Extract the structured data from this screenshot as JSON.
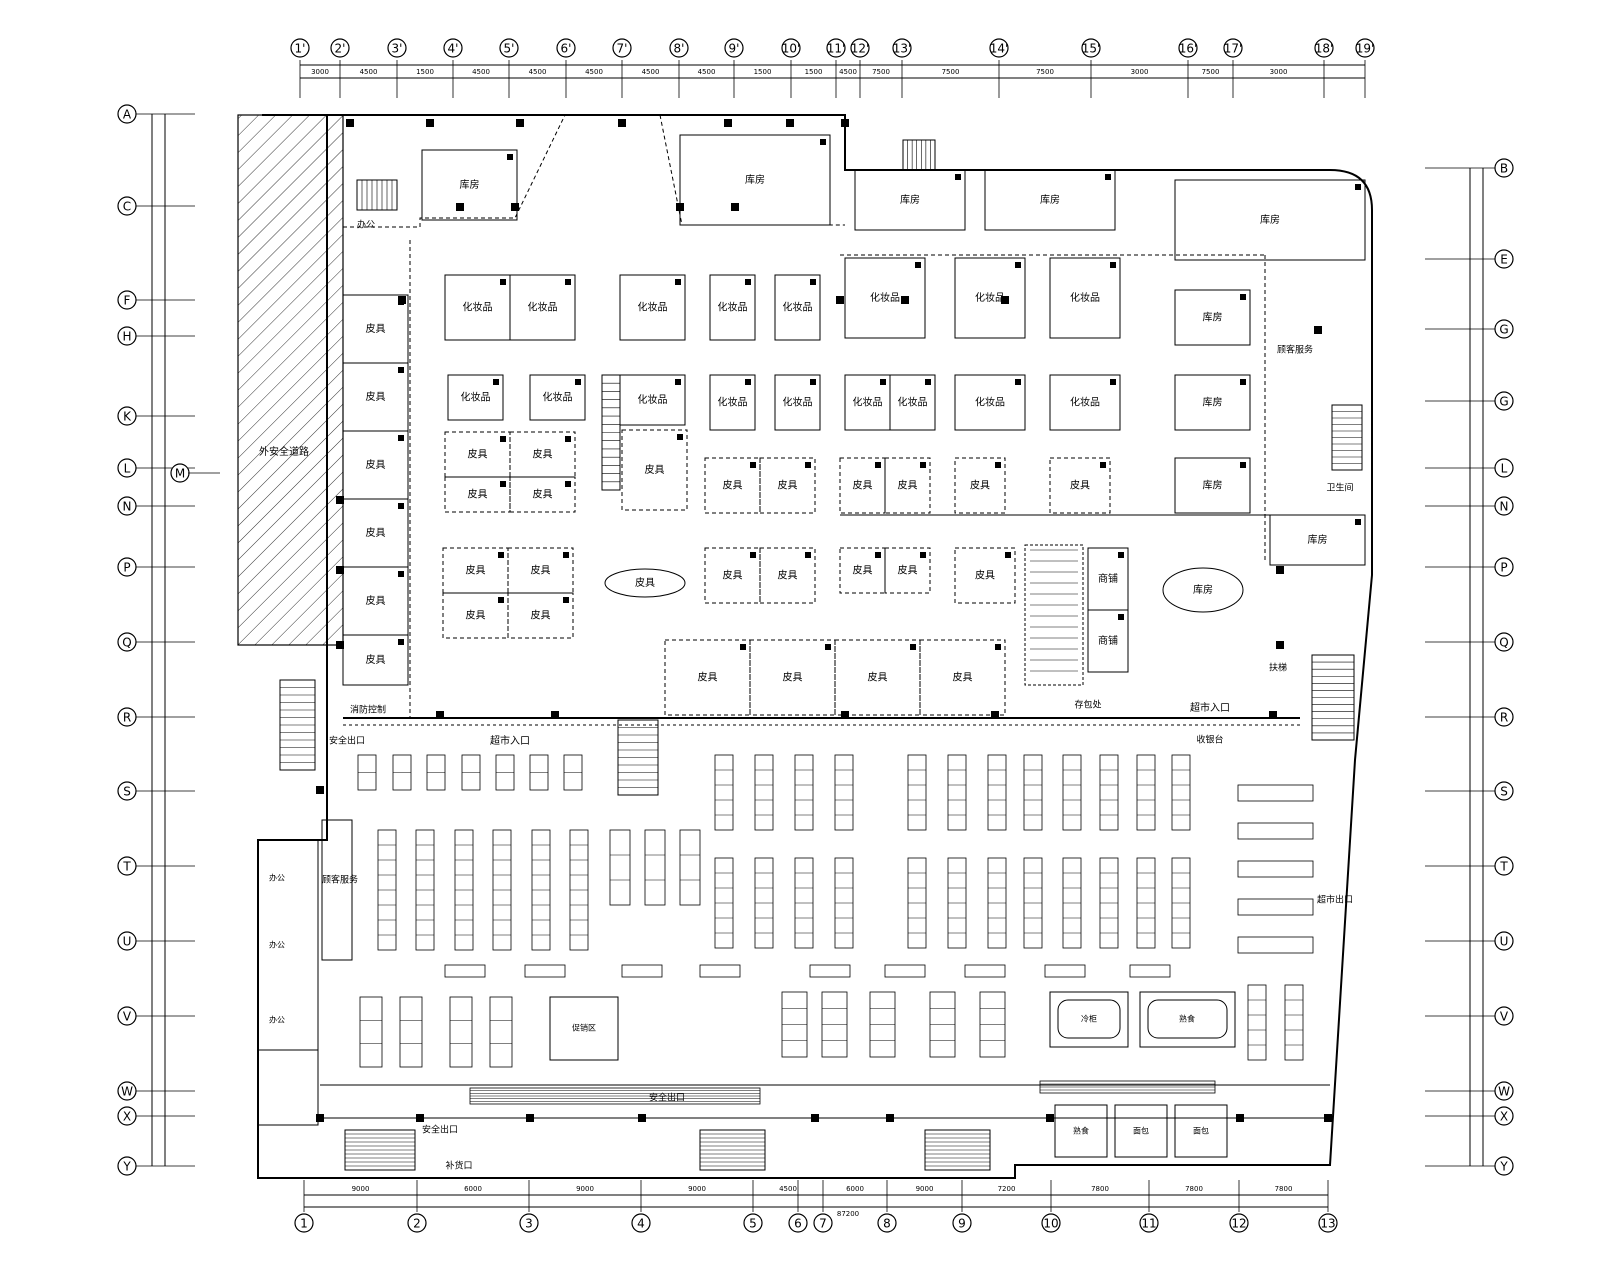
{
  "grid": {
    "top": [
      "1'",
      "2'",
      "3'",
      "4'",
      "5'",
      "6'",
      "7'",
      "8'",
      "9'",
      "10'",
      "11'",
      "12'",
      "13'",
      "14'",
      "15'",
      "16'",
      "17'",
      "18'",
      "19'"
    ],
    "top_dims": [
      "3000",
      "4500",
      "1500",
      "4500",
      "4500",
      "4500",
      "4500",
      "4500",
      "1500",
      "1500",
      "4500",
      "7500",
      "7500",
      "7500",
      "3000",
      "7500",
      "3000"
    ],
    "bottom": [
      "1",
      "2",
      "3",
      "4",
      "5",
      "6",
      "7",
      "8",
      "9",
      "10",
      "11",
      "12",
      "13"
    ],
    "bottom_dims": [
      "9000",
      "6000",
      "9000",
      "9000",
      "4500",
      "6000",
      "9000",
      "7200",
      "7800",
      "7800",
      "7800"
    ],
    "bottom_total": "87200",
    "left": [
      "A",
      "C",
      "F",
      "H",
      "K",
      "L",
      "N",
      "P",
      "Q",
      "R",
      "S",
      "T",
      "U",
      "V",
      "W",
      "X",
      "Y"
    ],
    "left_extra": "M",
    "right": [
      "B",
      "E",
      "G",
      "G",
      "L",
      "N",
      "P",
      "Q",
      "R",
      "S",
      "T",
      "U",
      "V",
      "W",
      "X",
      "Y"
    ]
  },
  "labels": {
    "storage": "库房",
    "cosmetics": "化妆品",
    "leather": "皮具",
    "hatched_area": "外安全道路",
    "emergency_exit": "安全出口",
    "supermarket_entrance": "超市入口",
    "supermarket_exit": "超市出口",
    "customer_service": "顾客服务",
    "cashier": "收银台",
    "bag_storage": "存包处",
    "office": "办公",
    "toilet": "卫生间",
    "fire_room": "消防控制",
    "escalator": "扶梯",
    "supplementary_exit": "补货口",
    "shop": "商铺",
    "freezer": "冷柜",
    "deli": "熟食",
    "bakery": "面包",
    "central_island": "促销区"
  }
}
